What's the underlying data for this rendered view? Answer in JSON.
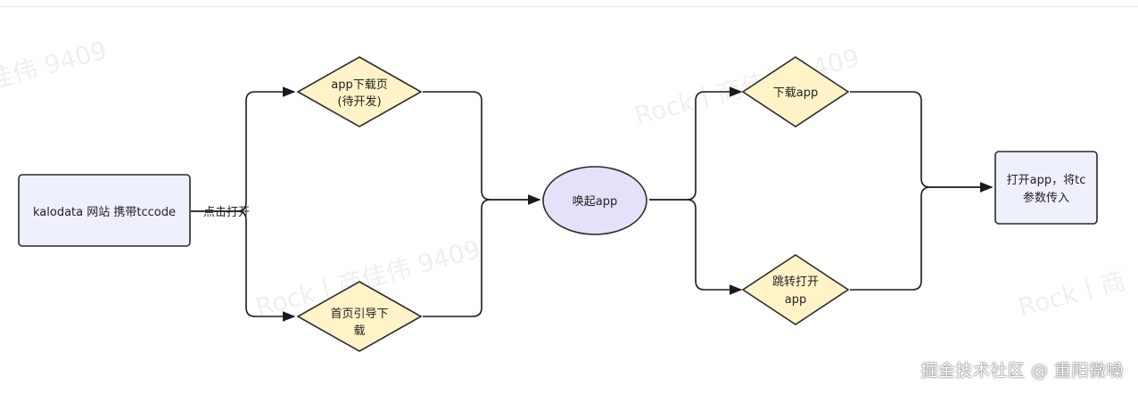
{
  "colors": {
    "rect_fill": "#eef0fb",
    "rect_stroke": "#2b2b2b",
    "diamond_fill": "#fff3c7",
    "diamond_stroke": "#2b2b2b",
    "ellipse_fill": "#e6e0fb",
    "ellipse_stroke": "#2b2b2b",
    "edge": "#1a1a1a"
  },
  "nodes": {
    "source": {
      "lines": [
        "kalodata 网站 携带tccode"
      ]
    },
    "download_page": {
      "lines": [
        "app下载页",
        "(待开发)"
      ]
    },
    "home_guide": {
      "lines": [
        "首页引导下",
        "载"
      ]
    },
    "wake_app": {
      "lines": [
        "唤起app"
      ]
    },
    "download_app": {
      "lines": [
        "下载app"
      ]
    },
    "jump_open": {
      "lines": [
        "跳转打开",
        "app"
      ]
    },
    "open_app": {
      "lines": [
        "打开app，将tc",
        "参数传入"
      ]
    }
  },
  "edge_labels": {
    "click_open": "点击打开"
  },
  "watermarks": [
    "佳伟 9409",
    "Rock丨商佳伟 9409",
    "Rock丨商佳伟 9409",
    "Rock丨商"
  ],
  "credit": "掘金技术社区 @ 重阳微噪"
}
